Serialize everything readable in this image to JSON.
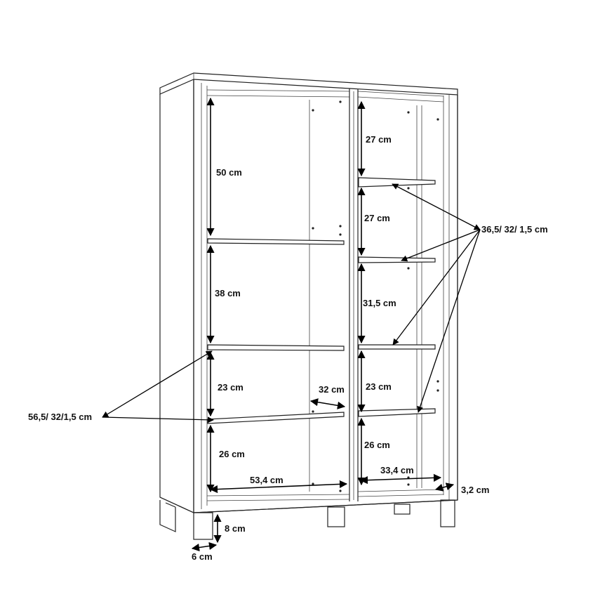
{
  "colors": {
    "line": "#222222",
    "arrow": "#000000",
    "background": "#ffffff"
  },
  "left_section": {
    "compartments": [
      "50 cm",
      "38 cm",
      "23 cm",
      "26 cm"
    ],
    "width": "53,4 cm",
    "shelf_depth": "32 cm",
    "shelf_size": "56,5/ 32/1,5 cm"
  },
  "right_section": {
    "compartments": [
      "27 cm",
      "27 cm",
      "31,5 cm",
      "23 cm",
      "26 cm"
    ],
    "width": "33,4 cm",
    "shelf_size": "36,5/ 32/ 1,5 cm"
  },
  "feet": {
    "height": "8 cm",
    "width": "6 cm"
  },
  "base_offset": "3,2 cm"
}
